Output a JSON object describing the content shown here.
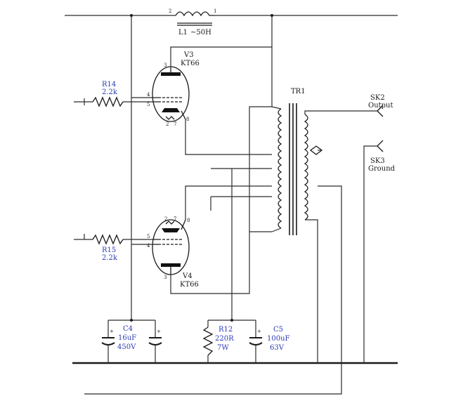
{
  "choke": {
    "ref": "L1",
    "value": "~50H",
    "pin_left": "2",
    "pin_right": "1"
  },
  "tube_v3": {
    "ref": "V3",
    "type": "KT66",
    "pin_plate": "3",
    "pin_g2": "4",
    "pin_g1": "5",
    "pin_h1": "2",
    "pin_h2": "7",
    "pin_k": "8"
  },
  "tube_v4": {
    "ref": "V4",
    "type": "KT66",
    "pin_plate": "3",
    "pin_g2": "4",
    "pin_g1": "5",
    "pin_h1": "2",
    "pin_h2": "7",
    "pin_k": "8"
  },
  "r14": {
    "ref": "R14",
    "value": "2.2k"
  },
  "r15": {
    "ref": "R15",
    "value": "2.2k"
  },
  "transformer": {
    "ref": "TR1"
  },
  "sk2": {
    "ref": "SK2",
    "label": "Output"
  },
  "sk3": {
    "ref": "SK3",
    "label": "Ground"
  },
  "c4": {
    "ref": "C4",
    "value1": "16uF",
    "value2": "450V",
    "plus": "+"
  },
  "r12": {
    "ref": "R12",
    "value1": "220R",
    "value2": "7W"
  },
  "c5": {
    "ref": "C5",
    "value1": "100uF",
    "value2": "63V",
    "plus": "+"
  },
  "colors": {
    "wire": "#2b2b2b",
    "component_label": "#2a3cb4"
  }
}
